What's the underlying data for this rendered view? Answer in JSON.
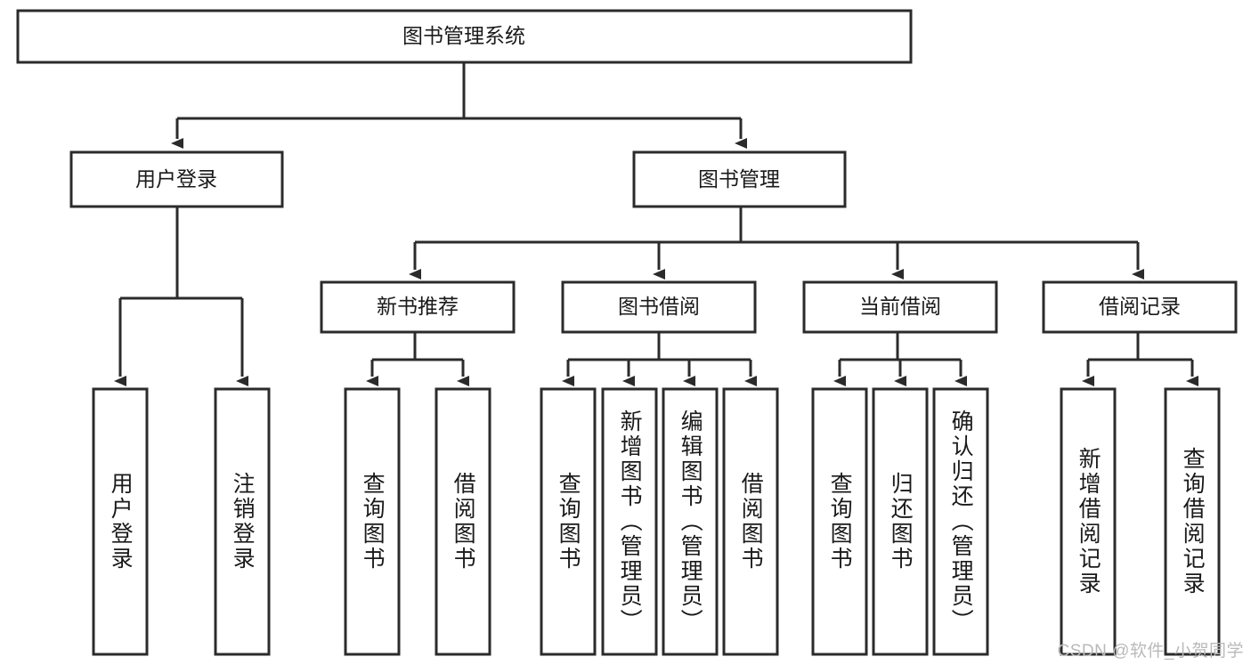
{
  "diagram": {
    "title": "图书管理系统",
    "type": "tree-hierarchy-diagram",
    "colors": {
      "stroke": "#2b2b2b",
      "fill": "#ffffff",
      "text": "#1a1a1a",
      "watermark": "#b9b9b9"
    },
    "root": {
      "label": "图书管理系统"
    },
    "level2": [
      {
        "label": "用户登录"
      },
      {
        "label": "图书管理"
      }
    ],
    "level3": [
      {
        "label": "新书推荐"
      },
      {
        "label": "图书借阅"
      },
      {
        "label": "当前借阅"
      },
      {
        "label": "借阅记录"
      }
    ],
    "leaves": {
      "user_login": [
        {
          "label": "用户登录"
        },
        {
          "label": "注销登录"
        }
      ],
      "new_book_recommend": [
        {
          "label": "查询图书"
        },
        {
          "label": "借阅图书"
        }
      ],
      "book_borrow": [
        {
          "label": "查询图书"
        },
        {
          "label": "新增图书（管理员）"
        },
        {
          "label": "编辑图书（管理员）"
        },
        {
          "label": "借阅图书"
        }
      ],
      "current_borrow": [
        {
          "label": "查询图书"
        },
        {
          "label": "归还图书"
        },
        {
          "label": "确认归还（管理员）"
        }
      ],
      "borrow_record": [
        {
          "label": "新增借阅记录"
        },
        {
          "label": "查询借阅记录"
        }
      ]
    }
  },
  "watermark": {
    "text": "CSDN @软件_小贺同学"
  }
}
